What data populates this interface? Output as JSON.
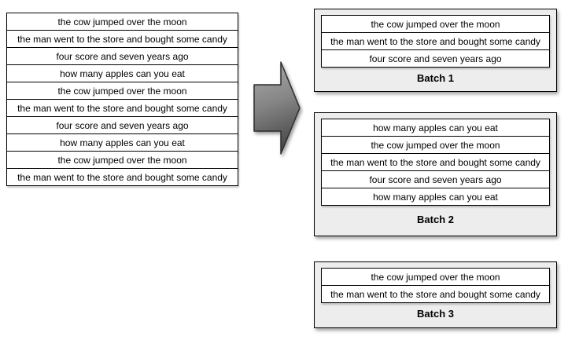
{
  "input_list": {
    "rows": [
      "the cow jumped over the moon",
      "the man went to the store and bought some candy",
      "four score and seven years ago",
      "how many apples can you eat",
      "the cow jumped over the moon",
      "the man went to the store and bought some candy",
      "four score and seven years ago",
      "how many apples can you eat",
      "the cow jumped over the moon",
      "the man went to the store and bought some candy"
    ]
  },
  "batches": [
    {
      "label": "Batch 1",
      "rows": [
        "the cow jumped over the moon",
        "the man went to the store and bought some candy",
        "four score and seven years ago"
      ]
    },
    {
      "label": "Batch 2",
      "rows": [
        "how many apples can you eat",
        "the cow jumped over the moon",
        "the man went to the store and bought some candy",
        "four score and seven years ago",
        "how many apples can you eat"
      ]
    },
    {
      "label": "Batch 3",
      "rows": [
        "the cow jumped over the moon",
        "the man went to the store and bought some candy"
      ]
    }
  ],
  "icons": {
    "arrow": "right-block-arrow"
  },
  "colors": {
    "row_bg": "#ffffff",
    "batch_bg": "#ededed",
    "border": "#000000",
    "arrow_light": "#ababab",
    "arrow_mid": "#858585",
    "arrow_dark": "#4a4a4a"
  }
}
